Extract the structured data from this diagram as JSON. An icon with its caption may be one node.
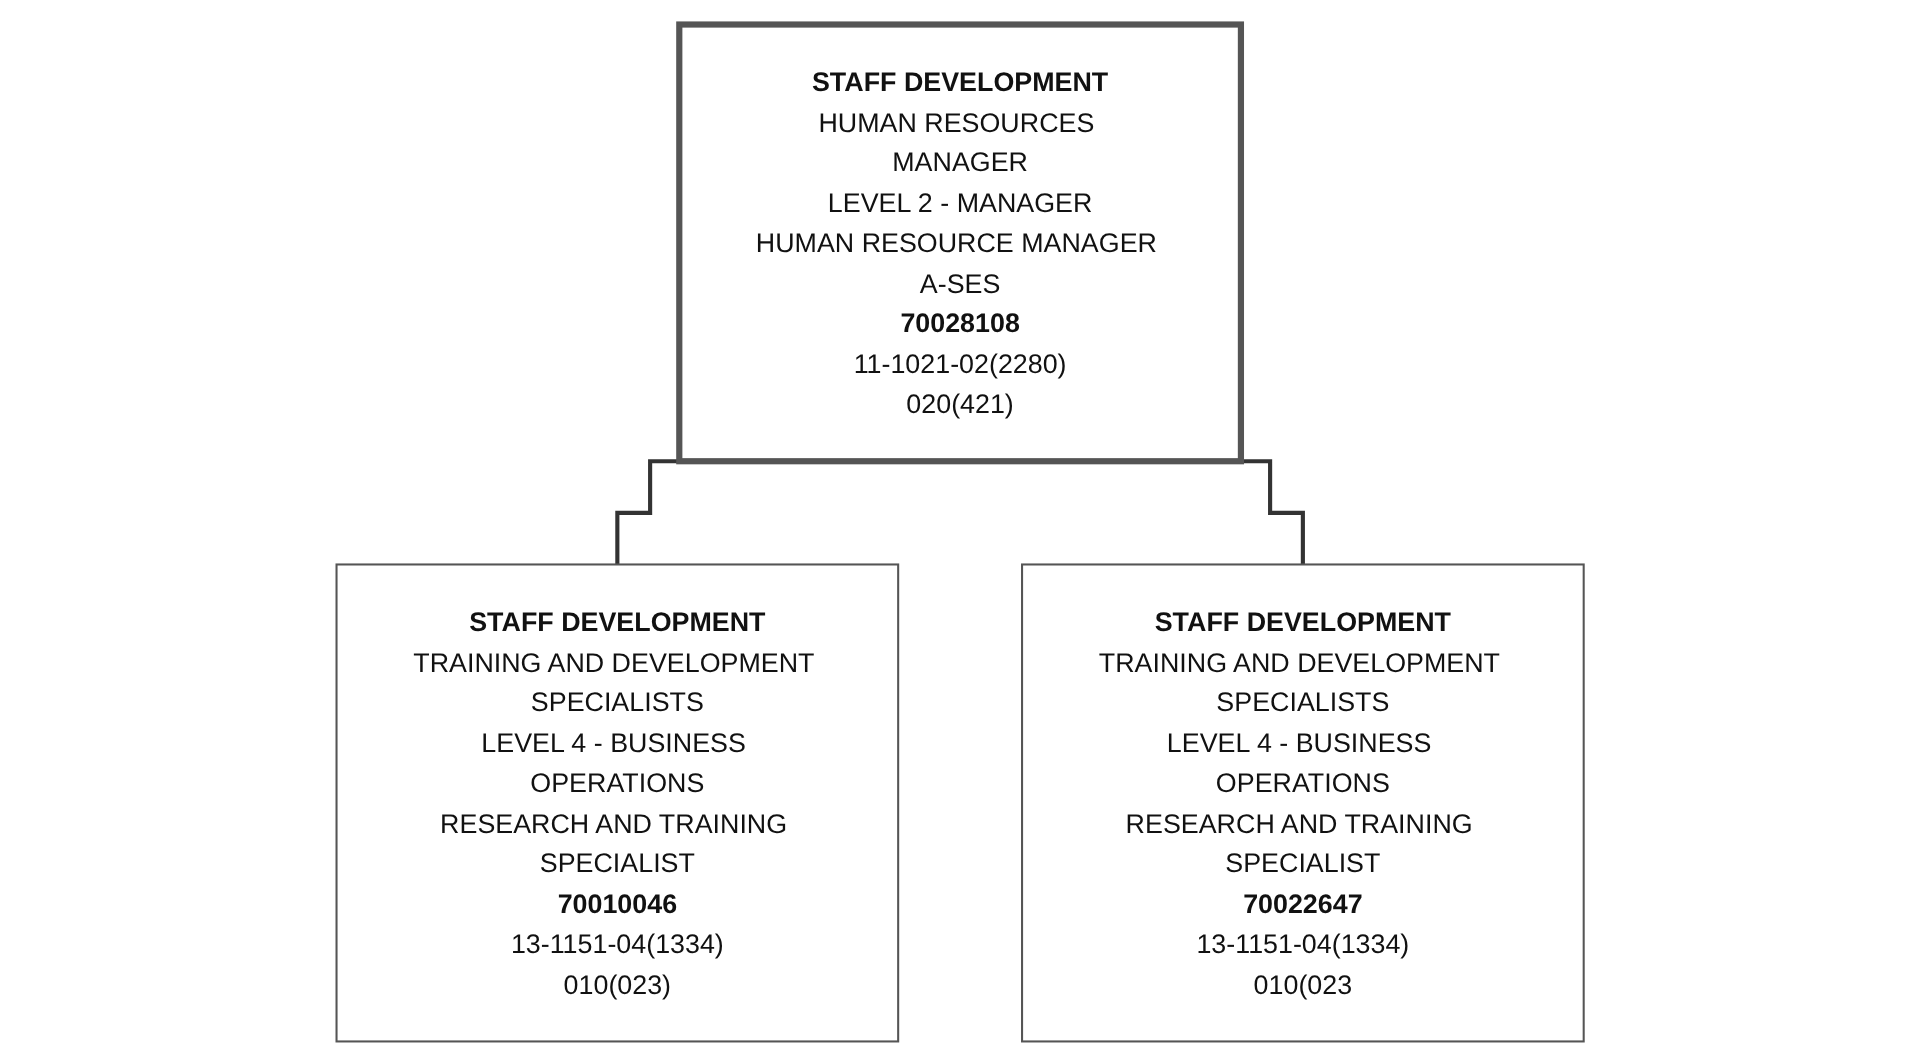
{
  "diagram": {
    "nodes": [
      {
        "text": [
          "STAFF DEVELOPMENT",
          "HUMAN RESOURCES MANAGER",
          "LEVEL 2 - MANAGER",
          "HUMAN RESOURCE MANAGER A-SES",
          "70028108",
          "11-1021-02(2280)",
          "020(421)"
        ]
      },
      {
        "text": [
          "STAFF DEVELOPMENT",
          "TRAINING AND DEVELOPMENT SPECIALISTS",
          "LEVEL 4 - BUSINESS OPERATIONS",
          "RESEARCH AND TRAINING SPECIALIST",
          "70010046",
          "13-1151-04(1334)",
          "010(023)"
        ]
      },
      {
        "text": [
          "STAFF DEVELOPMENT",
          "TRAINING AND DEVELOPMENT SPECIALISTS",
          "LEVEL 4 - BUSINESS OPERATIONS",
          "RESEARCH AND TRAINING SPECIALIST",
          "70022647",
          "13-1151-04(1334)",
          "010(023"
        ]
      }
    ],
    "edges": [
      {
        "from": 0,
        "to": 1,
        "arrow": "none"
      },
      {
        "from": 0,
        "to": 2,
        "arrow": "none"
      }
    ]
  }
}
